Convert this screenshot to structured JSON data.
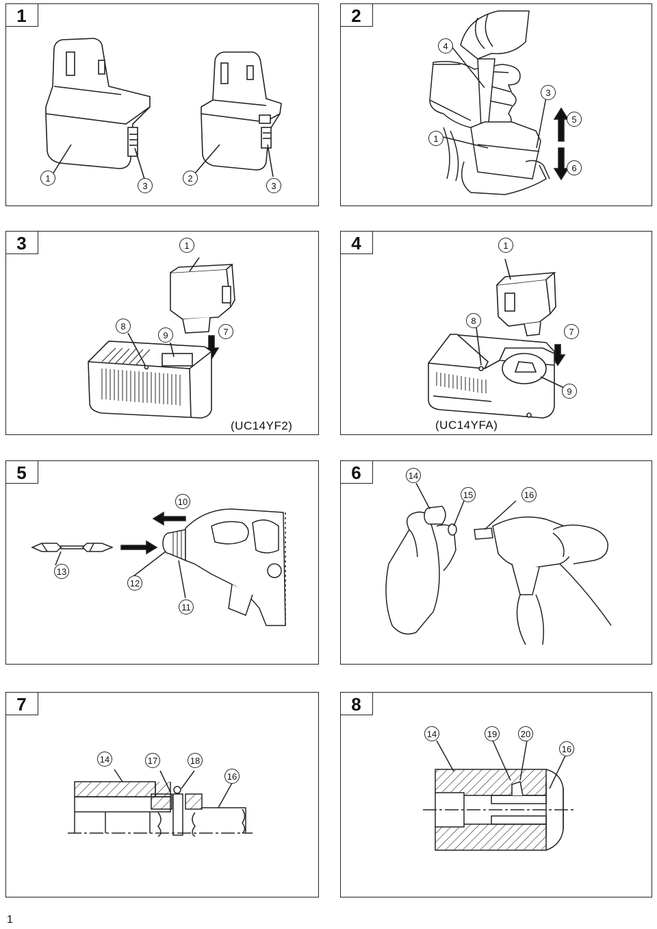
{
  "panels": [
    {
      "number": "1",
      "callouts": [
        "1",
        "3",
        "2",
        "3"
      ]
    },
    {
      "number": "2",
      "callouts": [
        "4",
        "3",
        "5",
        "1",
        "6"
      ]
    },
    {
      "number": "3",
      "callouts": [
        "1",
        "8",
        "9",
        "7"
      ],
      "model": "(UC14YF2)"
    },
    {
      "number": "4",
      "callouts": [
        "1",
        "8",
        "7",
        "9"
      ],
      "model": "(UC14YFA)"
    },
    {
      "number": "5",
      "callouts": [
        "10",
        "13",
        "12",
        "11"
      ]
    },
    {
      "number": "6",
      "callouts": [
        "14",
        "15",
        "16"
      ]
    },
    {
      "number": "7",
      "callouts": [
        "14",
        "17",
        "18",
        "16"
      ]
    },
    {
      "number": "8",
      "callouts": [
        "14",
        "19",
        "20",
        "16"
      ]
    }
  ],
  "page_number": "1"
}
